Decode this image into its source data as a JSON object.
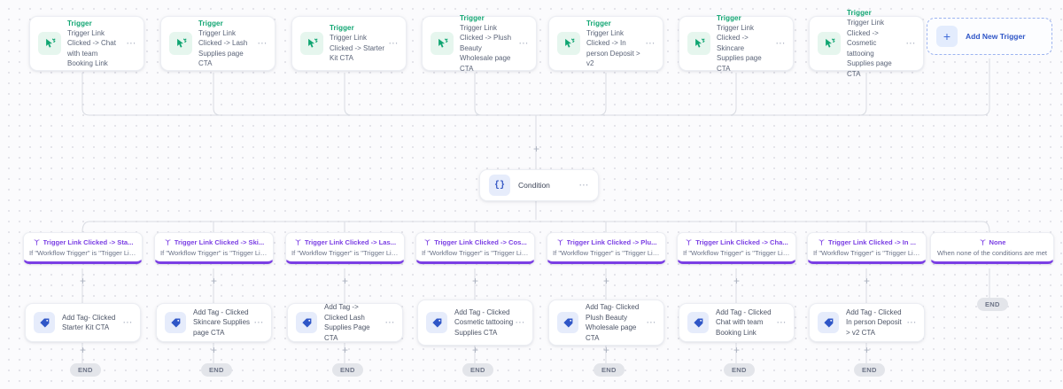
{
  "colors": {
    "trigger_accent": "#10a572",
    "branch_accent": "#7b3fe4",
    "action_accent": "#2f56c7",
    "canvas_bg": "#fbfbfd",
    "wire": "#d6d9e0"
  },
  "triggers": {
    "kind_label": "Trigger",
    "menu_glyph": "⋯",
    "icon": "click-cursor-icon",
    "items": [
      {
        "title": "Trigger Link Clicked -> Chat with team Booking Link"
      },
      {
        "title": "Trigger Link Clicked -> Lash Supplies page CTA"
      },
      {
        "title": "Trigger Link Clicked -> Starter Kit CTA"
      },
      {
        "title": "Trigger Link Clicked -> Plush Beauty Wholesale page CTA"
      },
      {
        "title": "Trigger Link Clicked -> In person Deposit > v2"
      },
      {
        "title": "Trigger Link Clicked -> Skincare Supplies page CTA"
      },
      {
        "title": "Trigger Link Clicked -> Cosmetic tattooing Supplies page CTA"
      }
    ]
  },
  "add_trigger": {
    "label": "Add New Trigger",
    "plus_glyph": "+",
    "icon": "plus-icon"
  },
  "condition": {
    "label": "Condition",
    "icon_glyph": "{}",
    "menu_glyph": "⋯"
  },
  "branches": [
    {
      "title": "Trigger Link Clicked -> Sta...",
      "subtitle": "If \"Workflow Trigger\" is \"Trigger Lin..."
    },
    {
      "title": "Trigger Link Clicked -> Ski...",
      "subtitle": "If \"Workflow Trigger\" is \"Trigger Lin..."
    },
    {
      "title": "Trigger Link Clicked -> Las...",
      "subtitle": "If \"Workflow Trigger\" is \"Trigger Lin..."
    },
    {
      "title": "Trigger Link Clicked -> Cos...",
      "subtitle": "If \"Workflow Trigger\" is \"Trigger Lin..."
    },
    {
      "title": "Trigger Link Clicked -> Plu...",
      "subtitle": "If \"Workflow Trigger\" is \"Trigger Lin..."
    },
    {
      "title": "Trigger Link Clicked -> Cha...",
      "subtitle": "If \"Workflow Trigger\" is \"Trigger Lin..."
    },
    {
      "title": "Trigger Link Clicked -> In ...",
      "subtitle": "If \"Workflow Trigger\" is \"Trigger Lin..."
    },
    {
      "title": "None",
      "subtitle": "When none of the conditions are met"
    }
  ],
  "actions": {
    "menu_glyph": "⋯",
    "icon": "tag-icon",
    "items": [
      {
        "title": "Add Tag- Clicked Starter Kit CTA"
      },
      {
        "title": "Add Tag - Clicked Skincare Supplies page CTA"
      },
      {
        "title": "Add Tag -> Clicked Lash Supplies Page CTA"
      },
      {
        "title": "Add Tag - Clicked Cosmetic tattooing Supplies CTA"
      },
      {
        "title": "Add Tag- Clicked Plush Beauty Wholesale page CTA"
      },
      {
        "title": "Add Tag - Clicked Chat with team Booking Link"
      },
      {
        "title": "Add Tag - Clicked In person Deposit > v2 CTA"
      }
    ]
  },
  "end_label": "END",
  "plus_glyph": "+"
}
